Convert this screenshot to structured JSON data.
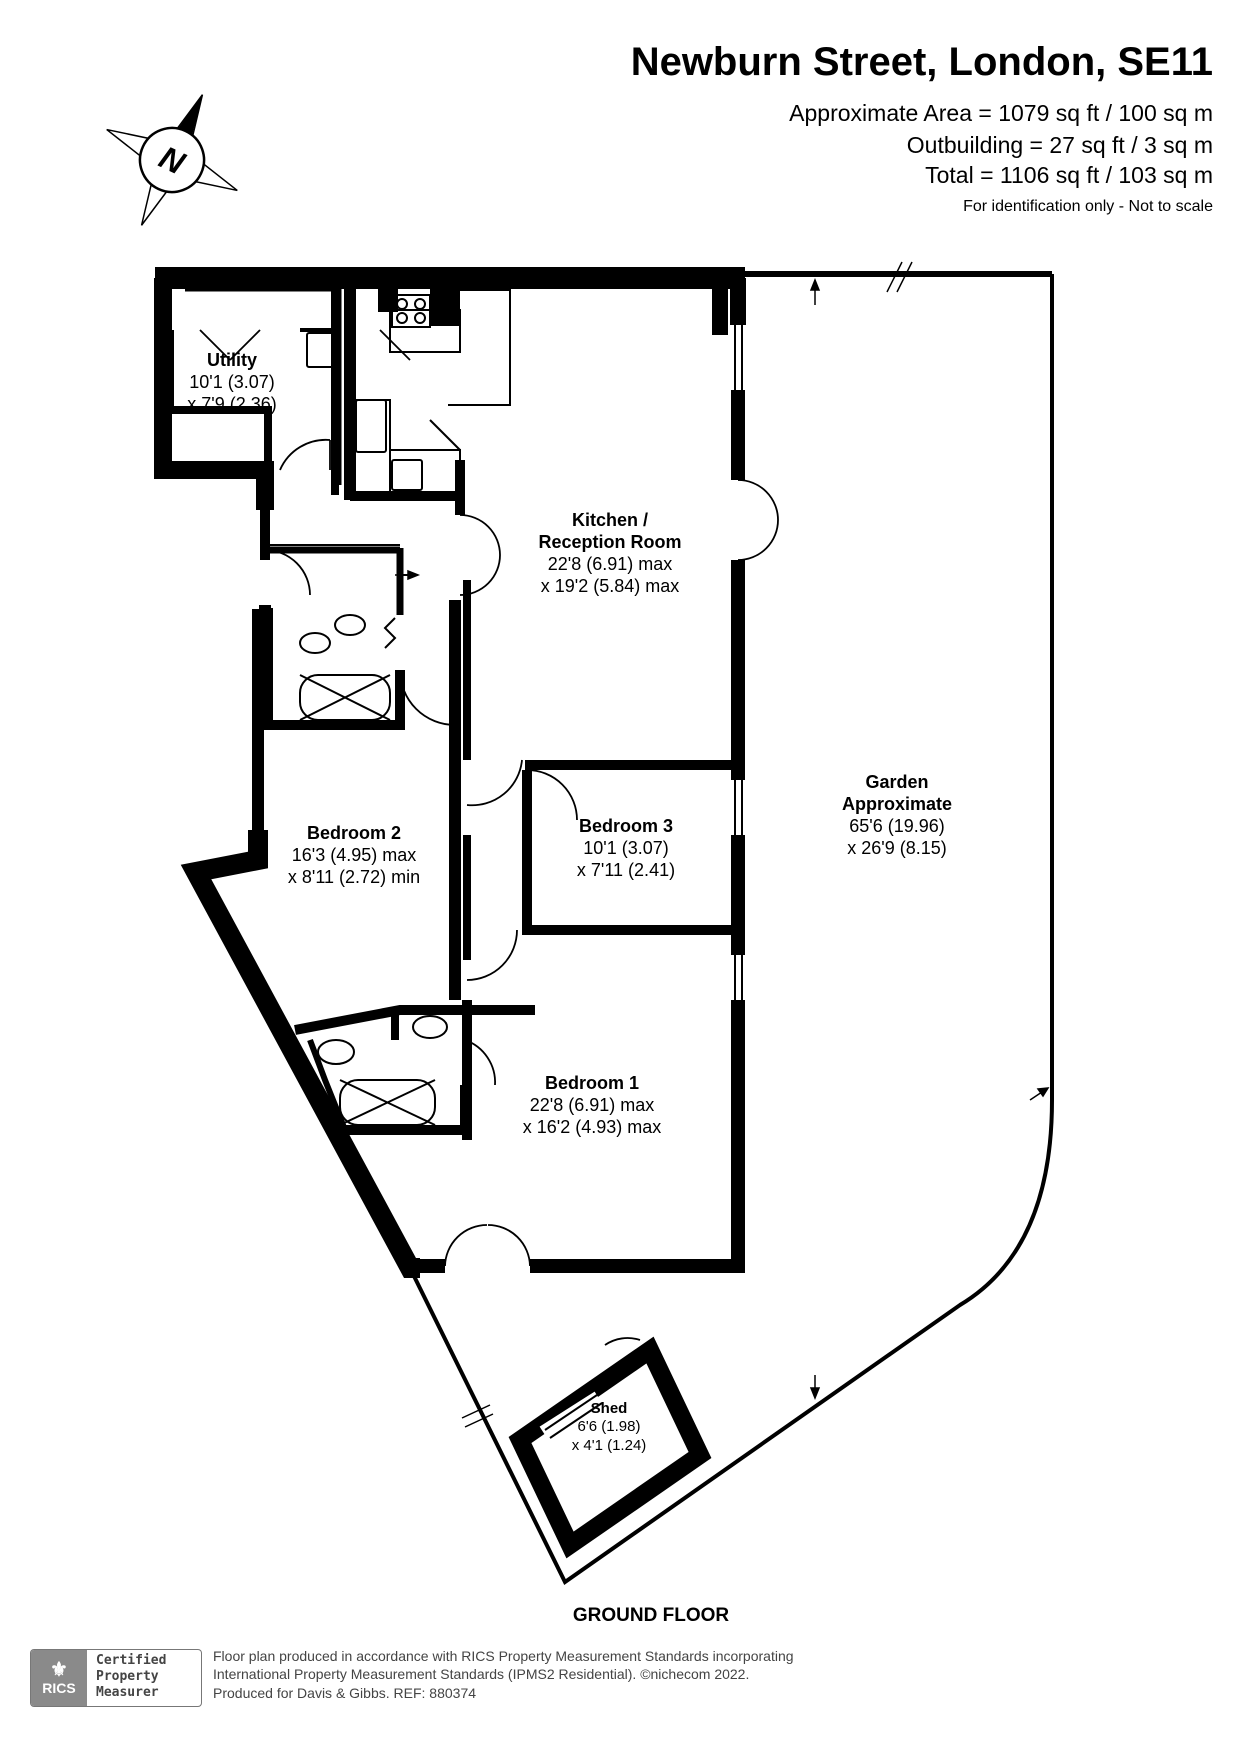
{
  "header": {
    "title": "Newburn Street, London, SE11",
    "area_lines": [
      "Approximate Area = 1079 sq ft / 100 sq m",
      "Outbuilding = 27 sq ft / 3 sq m",
      "Total = 1106 sq ft / 103 sq m"
    ],
    "disclaimer": "For identification only - Not to scale"
  },
  "compass": {
    "letter": "N",
    "icon": "north-compass-icon"
  },
  "rooms": [
    {
      "id": "utility",
      "name": "Utility",
      "dims": [
        "10'1 (3.07)",
        "x 7'9 (2.36)"
      ]
    },
    {
      "id": "kitchen",
      "name": "Kitchen /",
      "name2": "Reception Room",
      "dims": [
        "22'8 (6.91) max",
        "x 19'2 (5.84) max"
      ]
    },
    {
      "id": "garden",
      "name": "Garden",
      "name2": "Approximate",
      "dims": [
        "65'6 (19.96)",
        "x 26'9 (8.15)"
      ]
    },
    {
      "id": "bedroom2",
      "name": "Bedroom 2",
      "dims": [
        "16'3 (4.95) max",
        "x 8'11 (2.72) min"
      ]
    },
    {
      "id": "bedroom3",
      "name": "Bedroom 3",
      "dims": [
        "10'1 (3.07)",
        "x 7'11 (2.41)"
      ]
    },
    {
      "id": "bedroom1",
      "name": "Bedroom 1",
      "dims": [
        "22'8 (6.91) max",
        "x 16'2 (4.93) max"
      ]
    },
    {
      "id": "shed",
      "name": "Shed",
      "dims": [
        "6'6 (1.98)",
        "x 4'1 (1.24)"
      ]
    }
  ],
  "floor_label": "GROUND FLOOR",
  "rics": {
    "logo_text": "RICS",
    "badge_lines": [
      "Certified",
      "Property",
      "Measurer"
    ]
  },
  "footer": {
    "lines": [
      "Floor plan produced in accordance with RICS Property Measurement Standards incorporating",
      "International Property Measurement Standards (IPMS2 Residential).   ©nichecom 2022.",
      "Produced for Davis & Gibbs.   REF:  880374"
    ]
  },
  "colors": {
    "wall": "#000000",
    "fixture": "#000000",
    "badge_grey": "#8a8a8a",
    "footer_text": "#444444"
  }
}
